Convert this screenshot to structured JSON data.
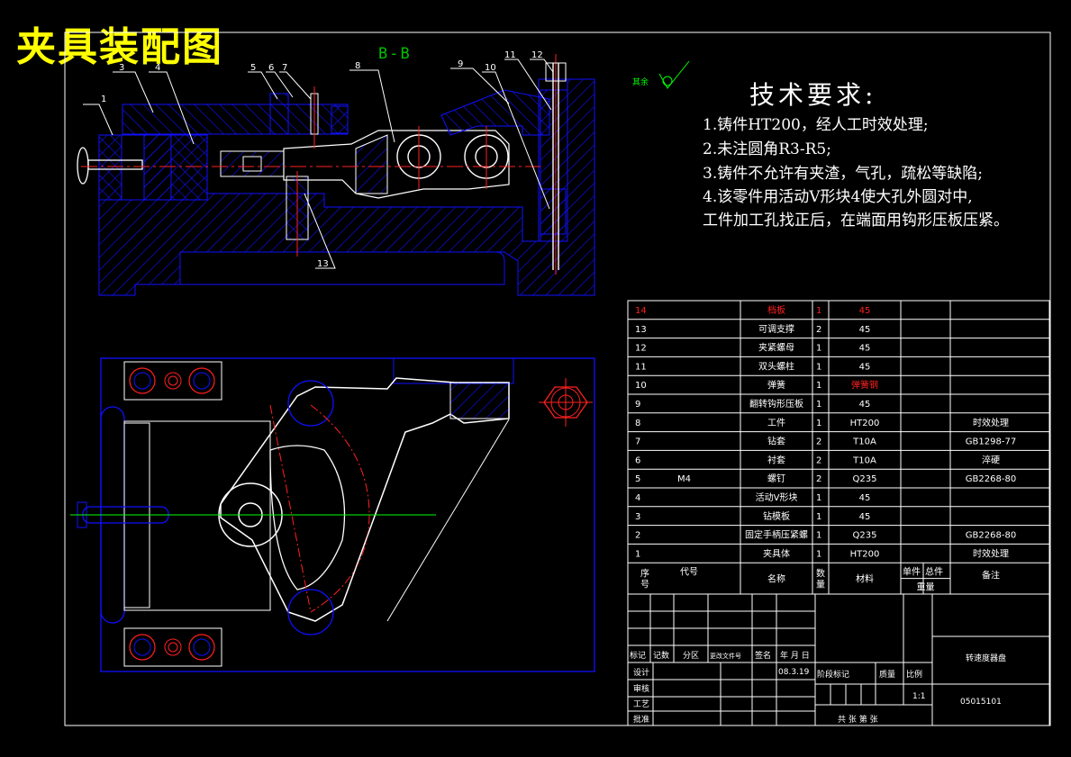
{
  "drawing": {
    "title": "夹具装配图",
    "section_label": "B-B",
    "roughness_note": "其余",
    "colors": {
      "background": "#000000",
      "outline": "#ffffff",
      "hatch": "#1010ff",
      "centerline": "#ff2020",
      "title": "#ffff00",
      "section": "#00c000",
      "axis": "#00ff00"
    }
  },
  "callouts": [
    "1",
    "3",
    "4",
    "5",
    "6",
    "7",
    "8",
    "9",
    "10",
    "11",
    "12",
    "13"
  ],
  "tech_requirements": {
    "title": "技术要求:",
    "lines": [
      "1.铸件HT200，经人工时效处理;",
      "2.未注圆角R3-R5;",
      "3.铸件不允许有夹渣，气孔，疏松等缺陷;",
      "4.该零件用活动V形块4使大孔外圆对中,",
      "工件加工孔找正后，在端面用钩形压板压紧。"
    ]
  },
  "bom": {
    "rows": [
      {
        "no": "14",
        "code": "",
        "name": "档板",
        "qty": "1",
        "material": "45",
        "remark": "",
        "red": true
      },
      {
        "no": "13",
        "code": "",
        "name": "可调支撑",
        "qty": "2",
        "material": "45",
        "remark": ""
      },
      {
        "no": "12",
        "code": "",
        "name": "夹紧螺母",
        "qty": "1",
        "material": "45",
        "remark": ""
      },
      {
        "no": "11",
        "code": "",
        "name": "双头螺柱",
        "qty": "1",
        "material": "45",
        "remark": ""
      },
      {
        "no": "10",
        "code": "",
        "name": "弹簧",
        "qty": "1",
        "material": "弹簧钢",
        "remark": "",
        "red_material": true
      },
      {
        "no": "9",
        "code": "",
        "name": "翻转钩形压板",
        "qty": "1",
        "material": "45",
        "remark": ""
      },
      {
        "no": "8",
        "code": "",
        "name": "工件",
        "qty": "1",
        "material": "HT200",
        "remark": "时效处理"
      },
      {
        "no": "7",
        "code": "",
        "name": "钻套",
        "qty": "2",
        "material": "T10A",
        "remark": "GB1298-77"
      },
      {
        "no": "6",
        "code": "",
        "name": "衬套",
        "qty": "2",
        "material": "T10A",
        "remark": "淬硬"
      },
      {
        "no": "5",
        "code": "M4",
        "name": "螺钉",
        "qty": "2",
        "material": "Q235",
        "remark": "GB2268-80"
      },
      {
        "no": "4",
        "code": "",
        "name": "活动V形块",
        "qty": "1",
        "material": "45",
        "remark": ""
      },
      {
        "no": "3",
        "code": "",
        "name": "钻模板",
        "qty": "1",
        "material": "45",
        "remark": ""
      },
      {
        "no": "2",
        "code": "",
        "name": "固定手柄压紧螺",
        "qty": "1",
        "material": "Q235",
        "remark": "GB2268-80"
      },
      {
        "no": "1",
        "code": "",
        "name": "夹具体",
        "qty": "1",
        "material": "HT200",
        "remark": "时效处理"
      }
    ],
    "header": {
      "no": "序号",
      "code": "代号",
      "name": "名称",
      "qty": "数量",
      "material": "材料",
      "unit": "单件",
      "total": "总件",
      "weight": "重量",
      "remark": "备注"
    }
  },
  "title_block": {
    "revision_labels": [
      "标记",
      "记数",
      "分区",
      "更改文件号",
      "签名",
      "年 月 日"
    ],
    "roles": [
      "设计",
      "审核",
      "工艺",
      "批准"
    ],
    "date": "08.3.19",
    "stage_label": "阶段标记",
    "mass_label": "质量",
    "scale_label": "比例",
    "scale": "1:1",
    "part_name": "转速度器盘",
    "drawing_no": "05015101",
    "sheet_text": "共  张    第  张"
  }
}
